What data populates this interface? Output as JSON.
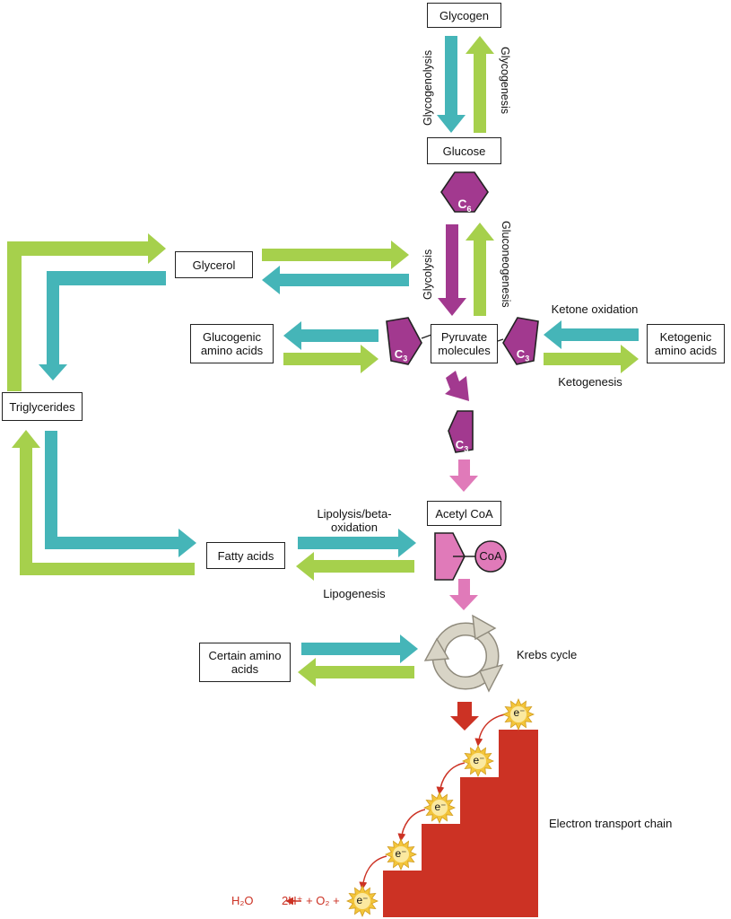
{
  "colors": {
    "teal": "#45b5b8",
    "green": "#a6d04c",
    "purple": "#a2398f",
    "pink": "#e07ab9",
    "red": "#cc3224",
    "krebs_ring": "#d8d4c6",
    "electron": "#f3c53b"
  },
  "boxes": {
    "glycogen": "Glycogen",
    "glucose": "Glucose",
    "glycerol": "Glycerol",
    "triglycerides": "Triglycerides",
    "glucogenic_amino_acids": "Glucogenic\namino acids",
    "pyruvate_molecules": "Pyruvate\nmolecules",
    "ketogenic_amino_acids": "Ketogenic\namino acids",
    "acetyl_coa": "Acetyl CoA",
    "fatty_acids": "Fatty acids",
    "certain_amino_acids": "Certain amino\nacids"
  },
  "process_labels": {
    "glycogenolysis": "Glycogenolysis",
    "glycogenesis": "Glycogenesis",
    "glycolysis": "Glycolysis",
    "gluconeogenesis": "Gluconeogenesis",
    "ketone_oxidation": "Ketone oxidation",
    "ketogenesis": "Ketogenesis",
    "lipolysis": "Lipolysis/beta-\noxidation",
    "lipogenesis": "Lipogenesis",
    "krebs_cycle": "Krebs cycle",
    "electron_transport_chain": "Electron transport chain"
  },
  "molecule_chips": {
    "c6": "C",
    "c6_sub": "6",
    "c3": "C",
    "c3_sub": "3",
    "coa": "CoA",
    "electron": "e⁻"
  },
  "products": {
    "water": "H₂O",
    "protons": "2H⁺ + O₂ +"
  }
}
